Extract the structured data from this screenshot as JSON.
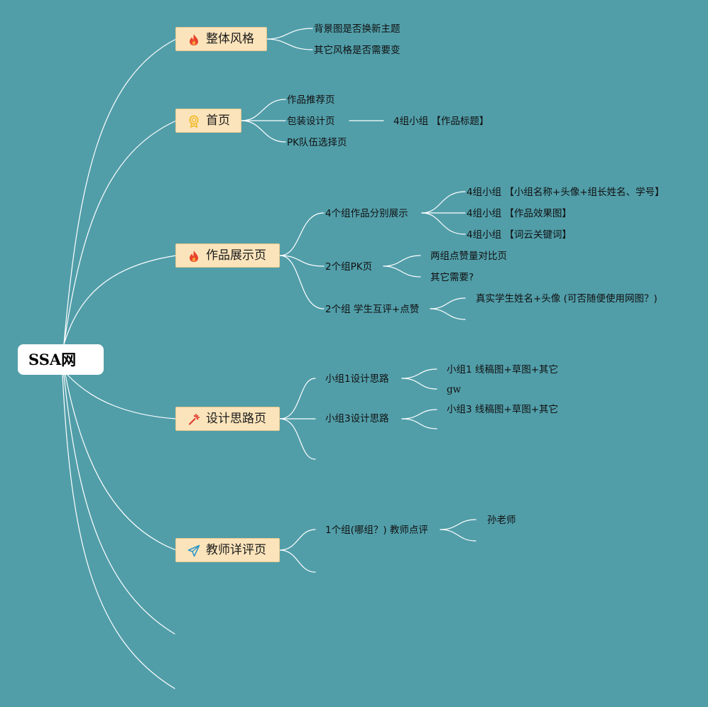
{
  "root": {
    "label": "SSA网"
  },
  "branches": [
    {
      "label": "整体风格",
      "icon": "fire-icon",
      "children": [
        "背景图是否换新主题",
        "其它风格是否需要变"
      ]
    },
    {
      "label": "首页",
      "icon": "award-medal-icon",
      "children": [
        "作品推荐页",
        "包装设计页",
        "PK队伍选择页"
      ],
      "grandchildren": [
        "4组小组 【作品标题】"
      ]
    },
    {
      "label": "作品展示页",
      "icon": "fire-icon",
      "children": [
        "4个组作品分别展示",
        "2个组PK页",
        "2个组 学生互评+点赞"
      ],
      "grandchildren": [
        "4组小组 【小组名称+头像+组长姓名、学号】",
        "4组小组 【作品效果图】",
        "4组小组 【词云关键词】",
        "两组点赞量对比页",
        "其它需要?",
        "真实学生姓名+头像 (可否随便使用网图？)"
      ]
    },
    {
      "label": "设计思路页",
      "icon": "magic-wand-icon",
      "children": [
        "小组1设计思路",
        "小组3设计思路"
      ],
      "grandchildren": [
        "小组1 线稿图+草图+其它",
        "gw",
        "小组3 线稿图+草图+其它"
      ]
    },
    {
      "label": "教师详评页",
      "icon": "paper-plane-icon",
      "children": [
        "1个组(哪组？) 教师点评"
      ],
      "grandchildren": [
        "孙老师"
      ]
    }
  ],
  "colors": {
    "background": "#519ea9",
    "branch_fill": "#fbe4bb",
    "connector": "#ffffff",
    "fire_icon": "#e8452c",
    "medal_icon": "#f2b928",
    "wand_icon": "#e0342a",
    "plane_icon": "#2f97c9"
  }
}
